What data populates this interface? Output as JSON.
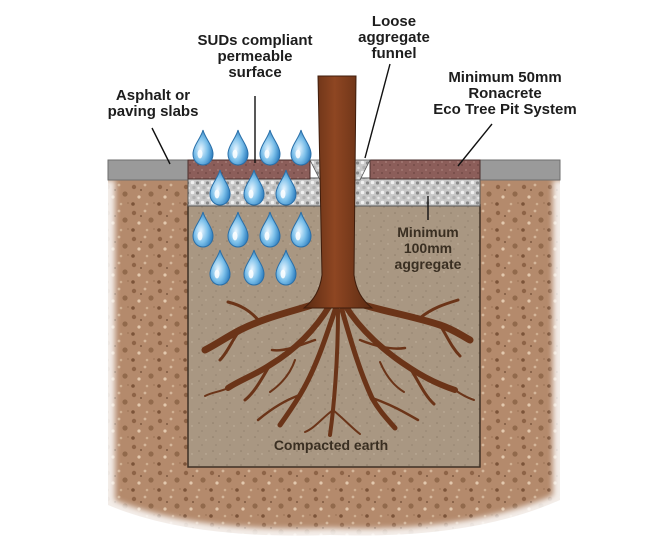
{
  "labels": {
    "suds": [
      "SUDs compliant",
      "permeable",
      "surface"
    ],
    "loose": [
      "Loose",
      "aggregate",
      "funnel"
    ],
    "asphalt": [
      "Asphalt or",
      "paving slabs"
    ],
    "ronacrete": [
      "Minimum 50mm",
      "Ronacrete",
      "Eco Tree Pit System"
    ],
    "aggregate": [
      "Minimum",
      "100mm",
      "aggregate"
    ],
    "earth": "Compacted earth"
  },
  "colors": {
    "soil": "#b48a6c",
    "pit_fill": "#a89680",
    "paving_grey": "#9a9a9a",
    "ronacrete": "#8a5a57",
    "gravel": "#d9d9d9",
    "trunk": "#7a3a1c",
    "water_drop": "#5aa9de"
  }
}
